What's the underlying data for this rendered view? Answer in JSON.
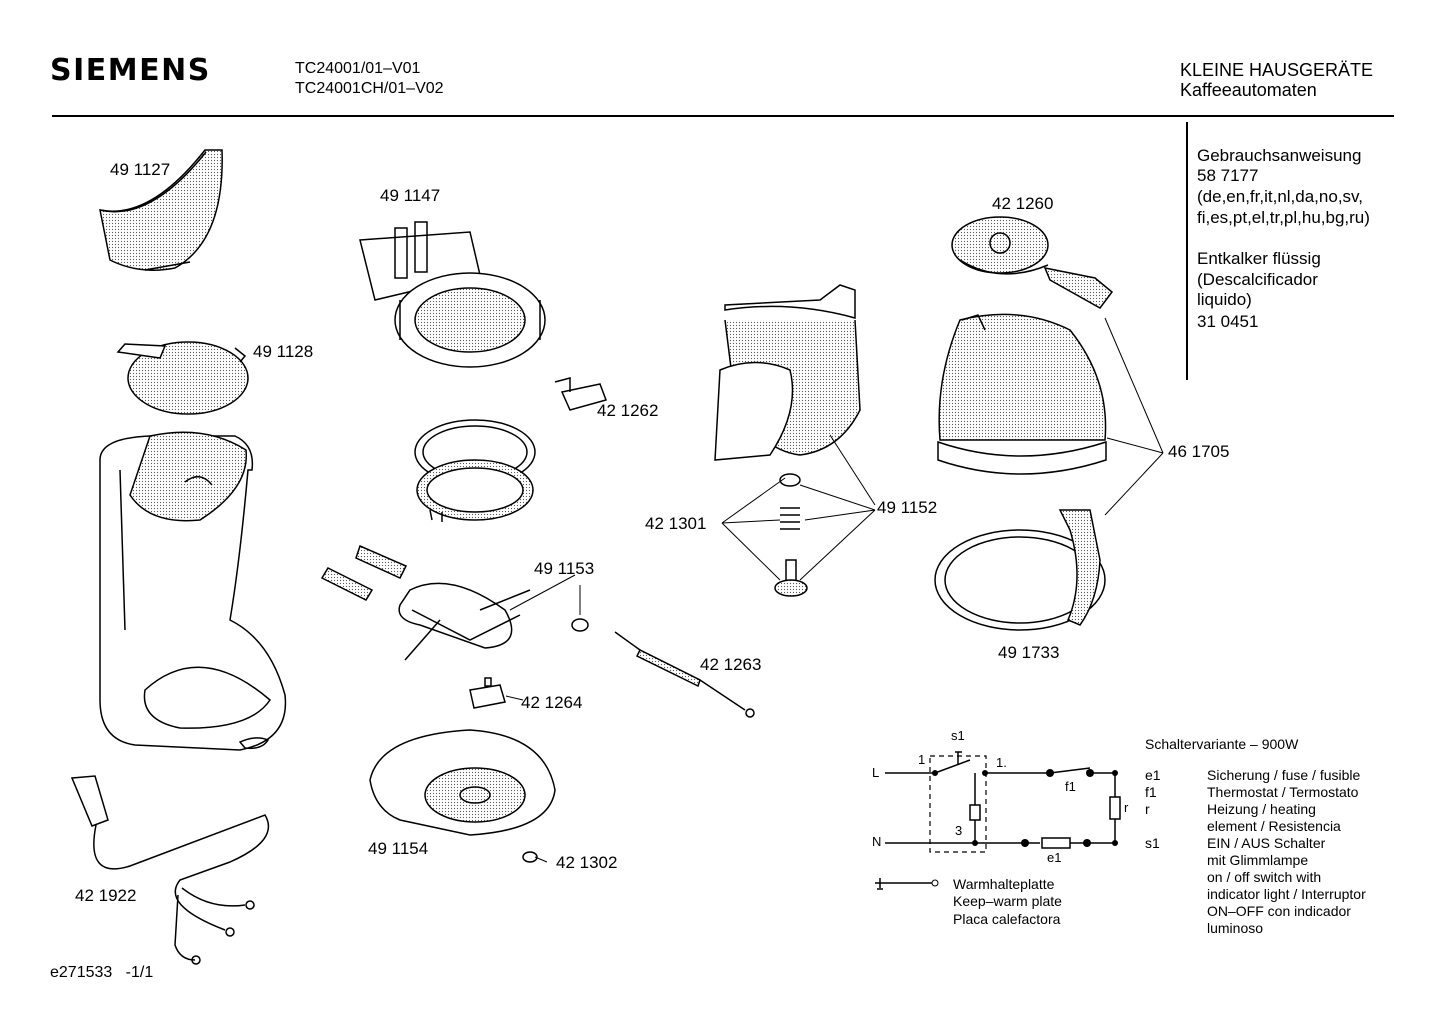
{
  "header": {
    "brand": "SIEMENS",
    "model_1": "TC24001/01–V01",
    "model_2": "TC24001CH/01–V02",
    "category": "KLEINE HAUSGERÄTE",
    "subcategory": "Kaffeeautomaten"
  },
  "accessories": {
    "manual_title": "Gebrauchsanweisung",
    "manual_number": "58 7177",
    "manual_langs_1": "(de,en,fr,it,nl,da,no,sv,",
    "manual_langs_2": "fi,es,pt,el,tr,pl,hu,bg,ru)",
    "descaler_title": "Entkalker flüssig",
    "descaler_sub_1": "(Descalcificador",
    "descaler_sub_2": "liquido)",
    "descaler_number": "31 0451"
  },
  "parts": {
    "p491127": "49 1127",
    "p491128": "49 1128",
    "p491147": "49 1147",
    "p421262": "42 1262",
    "p421260": "42 1260",
    "p461705": "46 1705",
    "p421301": "42 1301",
    "p491152": "49 1152",
    "p491153": "49 1153",
    "p421263": "42 1263",
    "p421264": "42 1264",
    "p491733": "49 1733",
    "p491154": "49 1154",
    "p421302": "42 1302",
    "p421922": "42 1922"
  },
  "circuit": {
    "s1": "s1",
    "L": "L",
    "N": "N",
    "n1": "1",
    "n1dot": "1.",
    "n3": "3",
    "f1": "f1",
    "r": "r",
    "e1": "e1"
  },
  "legend": {
    "heading": "Schaltervariante – 900W",
    "rows": [
      {
        "code": "e1",
        "text": "Sicherung / fuse / fusible"
      },
      {
        "code": "f1",
        "text": "Thermostat / Termostato"
      },
      {
        "code": "r",
        "text": "Heizung / heating"
      },
      {
        "code": "",
        "text": "element / Resistencia"
      },
      {
        "code": "s1",
        "text": "EIN / AUS Schalter"
      },
      {
        "code": "",
        "text": "mit Glimmlampe"
      },
      {
        "code": "",
        "text": "on / off switch with"
      },
      {
        "code": "",
        "text": "indicator light / Interruptor"
      },
      {
        "code": "",
        "text": "ON–OFF con indicador"
      },
      {
        "code": "",
        "text": "luminoso"
      }
    ],
    "warm_1": "Warmhalteplatte",
    "warm_2": "Keep–warm plate",
    "warm_3": "Placa calefactora"
  },
  "footer": {
    "doc_id": "e271533",
    "page": "-1/1"
  }
}
